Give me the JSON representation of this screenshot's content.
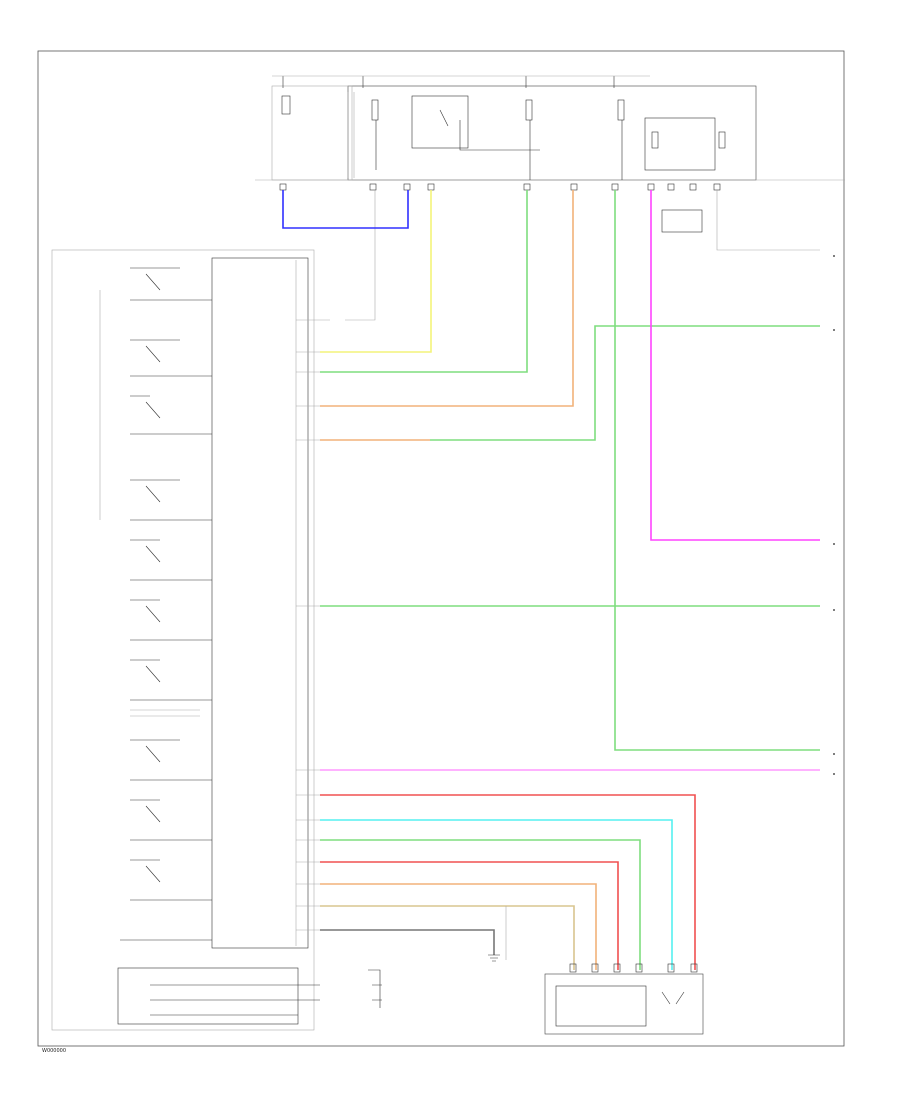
{
  "figure_code": "W000000",
  "colors": {
    "blue": "#3030ff",
    "yellow": "#f4f47a",
    "green": "#7fdd7f",
    "orange": "#f2b27a",
    "magenta": "#ff44ff",
    "pink": "#ff99ff",
    "red": "#f05050",
    "cyan": "#55f0f0",
    "tan": "#d9c58f",
    "gray": "#777777"
  },
  "wires": [
    {
      "id": "w-cross-blue",
      "color": "blue"
    },
    {
      "id": "w-yellow",
      "color": "yellow"
    },
    {
      "id": "w-green-ign",
      "color": "green"
    },
    {
      "id": "w-orange-top",
      "color": "orange"
    },
    {
      "id": "w-orange-lower",
      "color": "orange"
    },
    {
      "id": "w-green-long",
      "color": "green"
    },
    {
      "id": "w-magenta",
      "color": "magenta"
    },
    {
      "id": "w-green-mid",
      "color": "green"
    },
    {
      "id": "w-green-right",
      "color": "green"
    },
    {
      "id": "w-pink",
      "color": "pink"
    },
    {
      "id": "w-red",
      "color": "red"
    },
    {
      "id": "w-cyan",
      "color": "cyan"
    },
    {
      "id": "w-green-bottom",
      "color": "green"
    },
    {
      "id": "w-red2",
      "color": "red"
    },
    {
      "id": "w-orange2",
      "color": "orange"
    },
    {
      "id": "w-tan",
      "color": "tan"
    },
    {
      "id": "w-gray",
      "color": "gray"
    }
  ]
}
